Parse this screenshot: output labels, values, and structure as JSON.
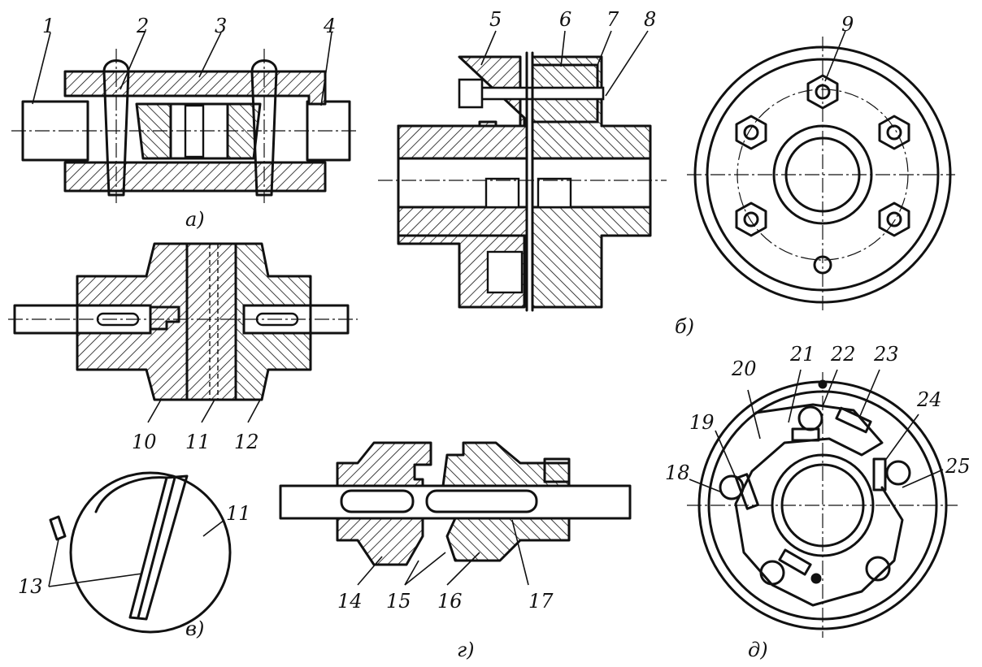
{
  "colors": {
    "ink": "#111111",
    "paper": "#ffffff"
  },
  "views": {
    "a": {
      "caption": "а)",
      "labels": [
        "1",
        "2",
        "3",
        "4"
      ]
    },
    "b": {
      "caption": "б)",
      "labels": [
        "5",
        "6",
        "7",
        "8",
        "9"
      ]
    },
    "v": {
      "caption": "в)",
      "labels": [
        "11",
        "13"
      ]
    },
    "g": {
      "caption": "г)",
      "labels": [
        "14",
        "15",
        "16",
        "17"
      ]
    },
    "d": {
      "caption": "д)",
      "labels": [
        "18",
        "19",
        "20",
        "21",
        "22",
        "23",
        "24",
        "25"
      ]
    },
    "middle": {
      "labels": [
        "10",
        "11",
        "12"
      ]
    }
  }
}
